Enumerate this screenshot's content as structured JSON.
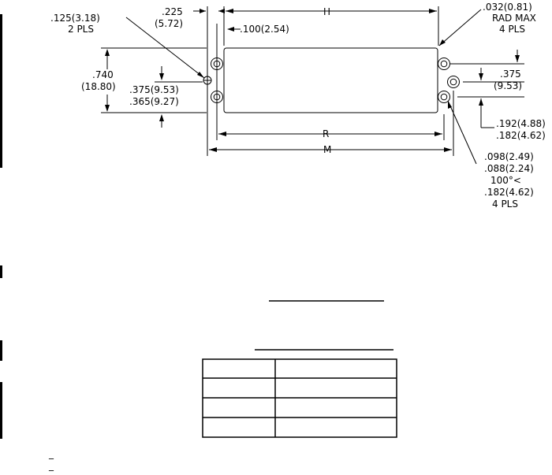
{
  "drawing": {
    "dims": {
      "hole_dia": ".125(3.18)",
      "hole_qty": "2 PLS",
      "edge_offset": ".225",
      "edge_offset_mm": "(5.72)",
      "width_label": "H",
      "corner_rad": ".032(0.81)",
      "corner_rad_note": "RAD MAX",
      "corner_qty": "4 PLS",
      "inset": ".100(2.54)",
      "height": ".740",
      "height_mm": "(18.80)",
      "hole_spacing_max": ".375(9.53)",
      "hole_spacing_min": ".365(9.27)",
      "right_spacing": ".375",
      "right_spacing_mm": "(9.53)",
      "right_offset_max": ".192(4.88)",
      "right_offset_min": ".182(4.62)",
      "inner_width_label": "R",
      "overall_width_label": "M",
      "csk_hole_max": ".098(2.49)",
      "csk_hole_min": ".088(2.24)",
      "csk_angle": "100°<",
      "csk_dia": ".182(4.62)",
      "csk_qty": "4 PLS"
    }
  },
  "table": {
    "rows": [
      [
        "",
        ""
      ],
      [
        "",
        ""
      ],
      [
        "",
        ""
      ],
      [
        "",
        ""
      ]
    ]
  },
  "footnotes": [
    "_",
    "_"
  ]
}
